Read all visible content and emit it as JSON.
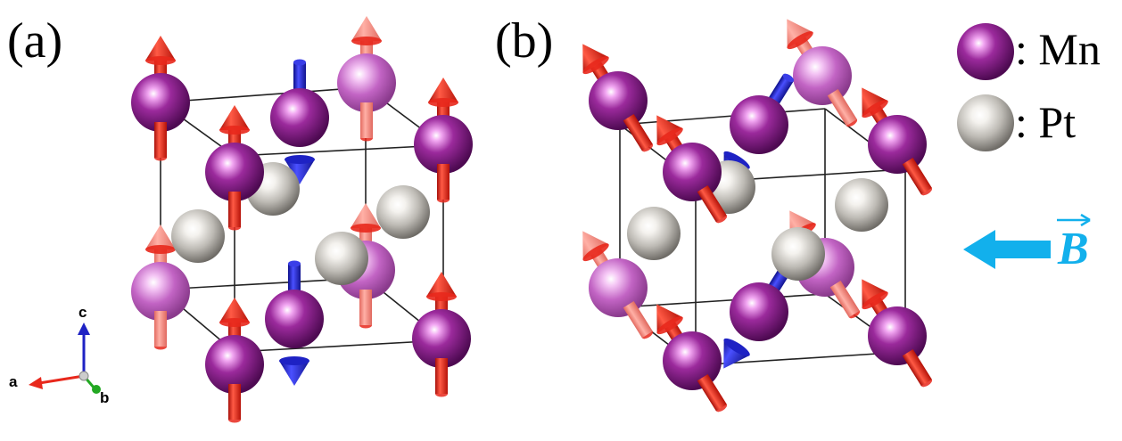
{
  "panels": [
    {
      "id": "a",
      "label": "(a)"
    },
    {
      "id": "b",
      "label": "(b)"
    }
  ],
  "legend": [
    {
      "id": "mn",
      "text": ": Mn",
      "color": "#8e1d8e"
    },
    {
      "id": "pt",
      "text": ": Pt",
      "color": "#bdbab4"
    }
  ],
  "axes": {
    "c": "c",
    "a": "a",
    "b": "b"
  },
  "field": {
    "symbol": "B",
    "color": "#12b0ec"
  },
  "colors": {
    "spin_up": "#e8281c",
    "spin_down": "#1e22c4",
    "mn": "#8e1d8e",
    "mn_faded": "#c264c4",
    "pt": "#bdbab4",
    "cell_edge": "#222222",
    "axis_c": "#1e22c4",
    "axis_a": "#e8281c",
    "axis_b": "#22a822"
  }
}
